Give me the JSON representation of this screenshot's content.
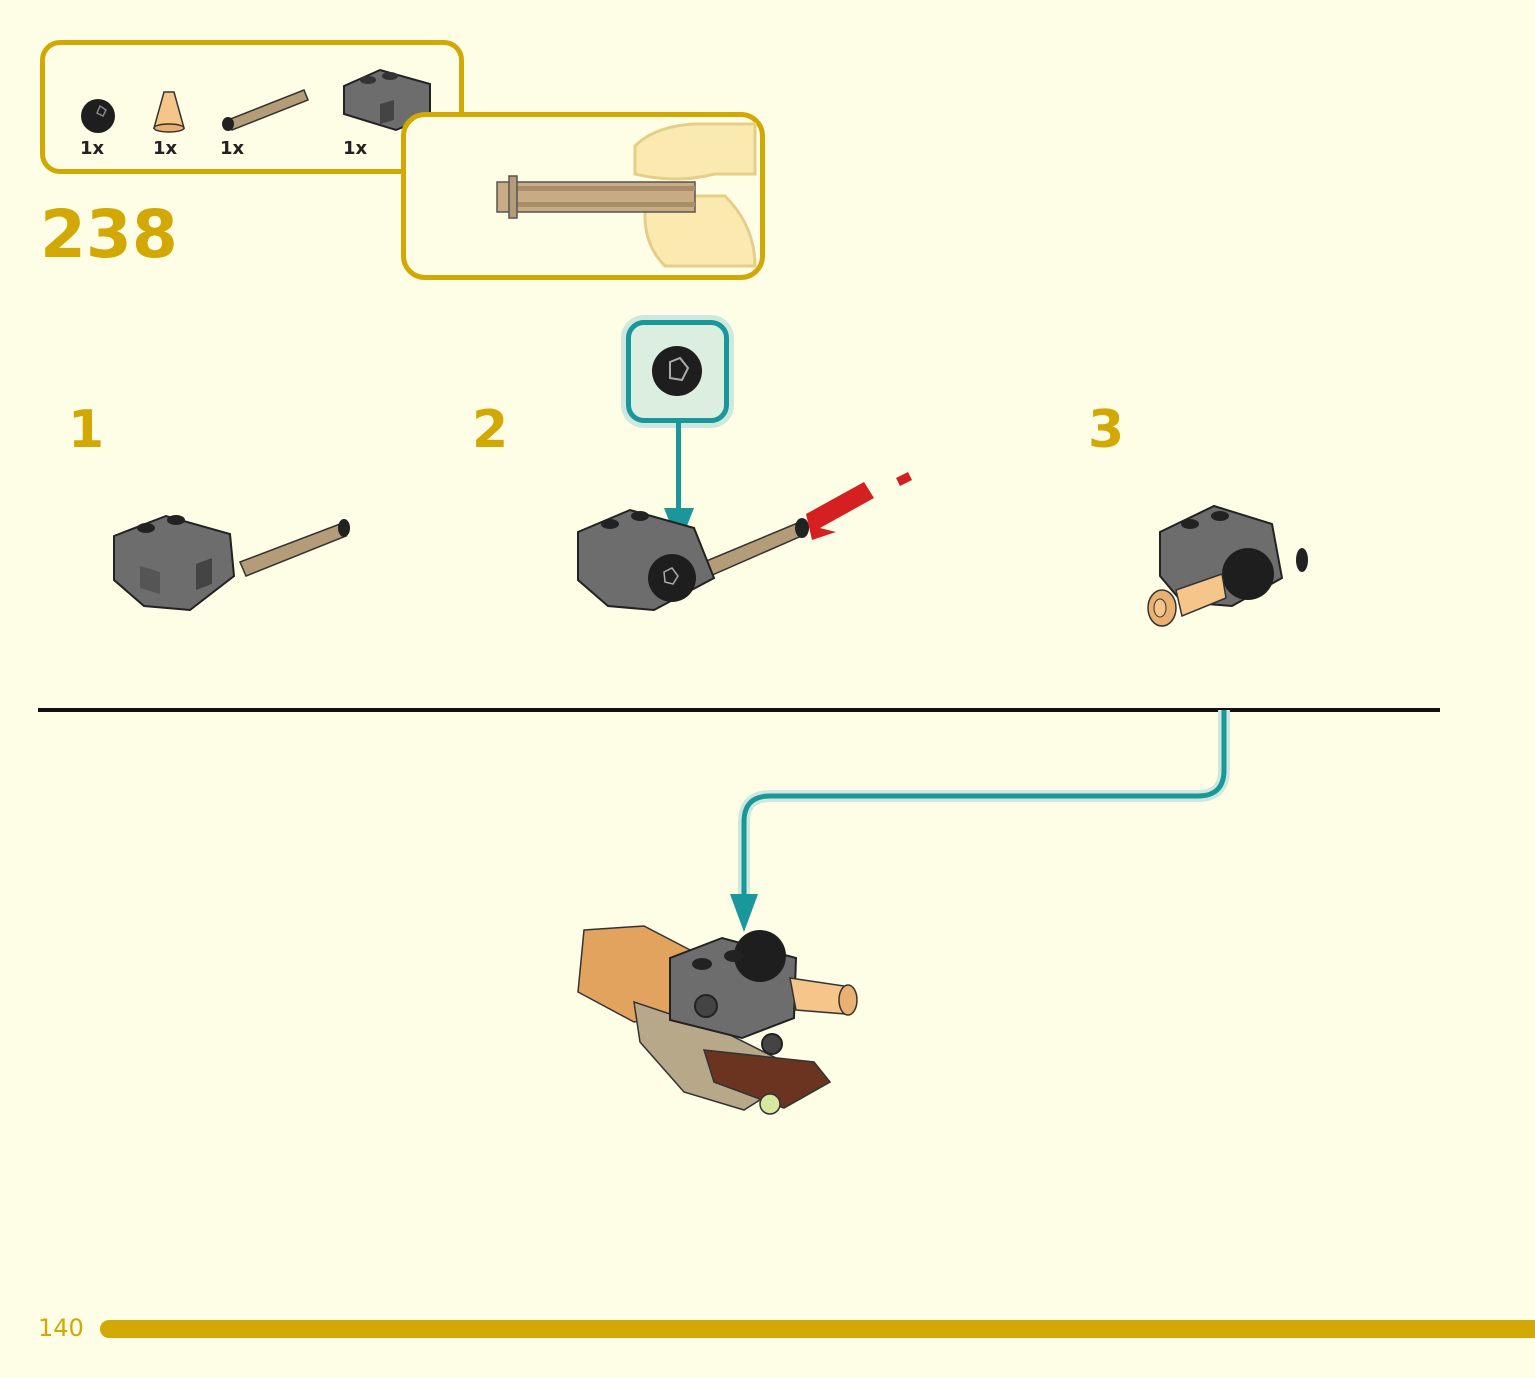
{
  "step": {
    "number": "238"
  },
  "parts": [
    {
      "qty": "1x",
      "icon": "black-ball-joint-icon"
    },
    {
      "qty": "1x",
      "icon": "tan-cone-icon"
    },
    {
      "qty": "1x",
      "icon": "tan-axle-icon"
    },
    {
      "qty": "1x",
      "icon": "gray-connector-block-icon"
    }
  ],
  "substeps": [
    {
      "number": "1"
    },
    {
      "number": "2"
    },
    {
      "number": "3"
    }
  ],
  "page": {
    "number": "140"
  },
  "colors": {
    "accent": "#d2a805",
    "callout": "#19979b",
    "arrow_red": "#d42020",
    "background": "#fefde6"
  }
}
